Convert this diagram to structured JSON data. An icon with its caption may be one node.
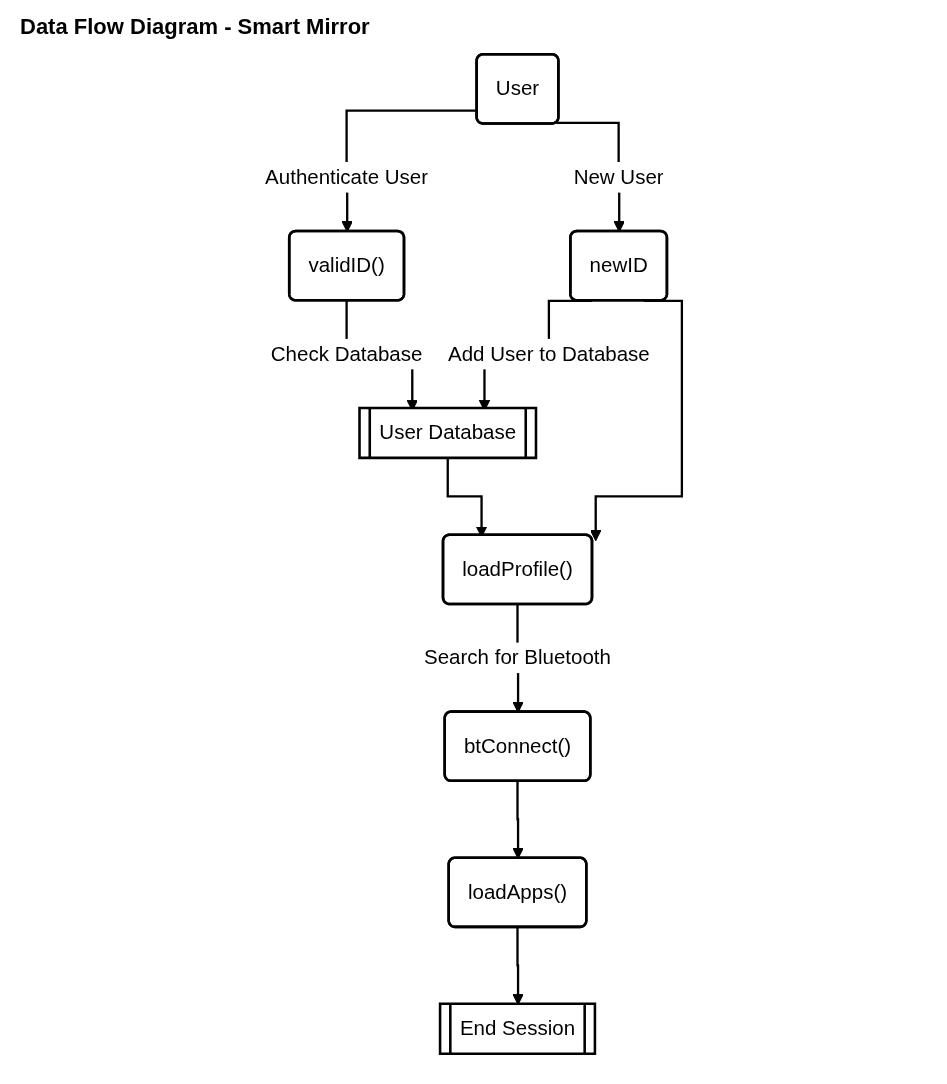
{
  "diagram": {
    "title": "Data Flow Diagram - Smart Mirror",
    "nodes": [
      {
        "text": [
          "User"
        ]
      },
      {
        "text": [
          "validID()"
        ]
      },
      {
        "text": [
          "User Database"
        ]
      },
      {
        "text": [
          "newID"
        ]
      },
      {
        "text": [
          "loadProfile()"
        ]
      },
      {
        "text": [
          "btConnect()"
        ]
      },
      {
        "text": [
          "loadApps()"
        ]
      },
      {
        "text": [
          "End Session"
        ]
      }
    ],
    "edges": [
      {
        "from": 0,
        "to": 1,
        "arrow": "to",
        "label": "Authenticate User"
      },
      {
        "from": 0,
        "to": 3,
        "arrow": "to",
        "label": "New User"
      },
      {
        "from": 1,
        "to": 2,
        "arrow": "to",
        "label": "Check Database"
      },
      {
        "from": 3,
        "to": 2,
        "arrow": "to",
        "label": "Add User to Database"
      },
      {
        "from": 3,
        "to": 4,
        "arrow": "to"
      },
      {
        "from": 2,
        "to": 4,
        "arrow": "to"
      },
      {
        "from": 4,
        "to": 5,
        "arrow": "to",
        "label": "Search for Bluetooth"
      },
      {
        "from": 5,
        "to": 6,
        "arrow": "to"
      },
      {
        "from": 6,
        "to": 7,
        "arrow": "to"
      }
    ]
  }
}
